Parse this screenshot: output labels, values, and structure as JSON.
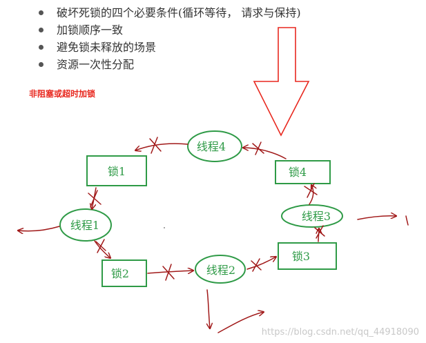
{
  "bullets": [
    "破坏死锁的四个必要条件(循环等待，  请求与保持)",
    "加锁顺序一致",
    "避免锁未释放的场景",
    "资源一次性分配"
  ],
  "note": "非阻塞或超时加锁",
  "nodes": {
    "thread1": "线程1",
    "thread2": "线程2",
    "thread3": "线程3",
    "thread4": "线程4",
    "lock1": "锁1",
    "lock2": "锁2",
    "lock3": "锁3",
    "lock4": "锁4"
  },
  "watermark": "https://blog.csdn.net/qq_44918090",
  "colors": {
    "node": "#2e9a46",
    "arrow": "#a01818",
    "note": "#e8271e"
  }
}
